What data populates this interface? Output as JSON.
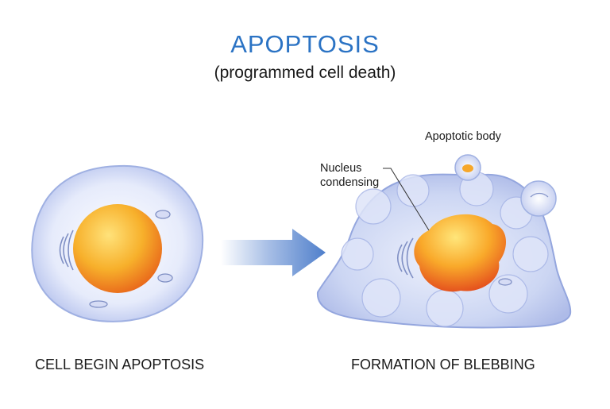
{
  "title": "APOPTOSIS",
  "subtitle": "(programmed cell death)",
  "labels": {
    "apoptotic_body": "Apoptotic body",
    "nucleus_line1": "Nucleus",
    "nucleus_line2": "condensing"
  },
  "captions": {
    "left": "CELL BEGIN APOPTOSIS",
    "right": "FORMATION OF BLEBBING"
  },
  "colors": {
    "title": "#2b73c4",
    "arrow": "#5b86c8",
    "nucleus": "#f5a623",
    "cytoplasm": "#c7d3f2"
  }
}
